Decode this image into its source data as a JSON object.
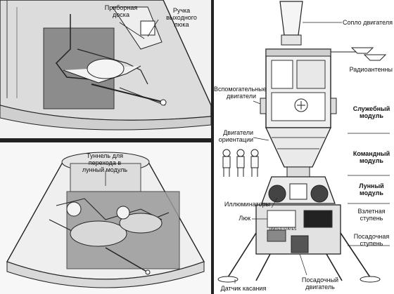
{
  "panels": {
    "cockpit": {
      "instrument_panel": "Приборная\nдоска",
      "hatch_handle": "Ручка\nвыходного\nлюка"
    },
    "tunnel_view": {
      "tunnel": "Туннель для\nперехода в\nлунный модуль"
    },
    "stack": {
      "engine_nozzle": "Сопло двигателя",
      "radio_antennas": "Радиоантенны",
      "aux_engines": "Вспомогательные\nдвигатели",
      "service_module": "Служебный\nмодуль",
      "attitude_engines": "Двигатели\nориентации",
      "command_module": "Командный\nмодуль",
      "lunar_module": "Лунный\nмодуль",
      "illuminators": "Иллюминаторы",
      "ascent_stage": "Взлетная\nступень",
      "hatch": "Люк",
      "descent_stage": "Посадочная\nступень",
      "contact_sensor": "Датчик касания",
      "landing_engine": "Посадочный\nдвигатель",
      "flag_text": "UNITED STATES"
    }
  }
}
